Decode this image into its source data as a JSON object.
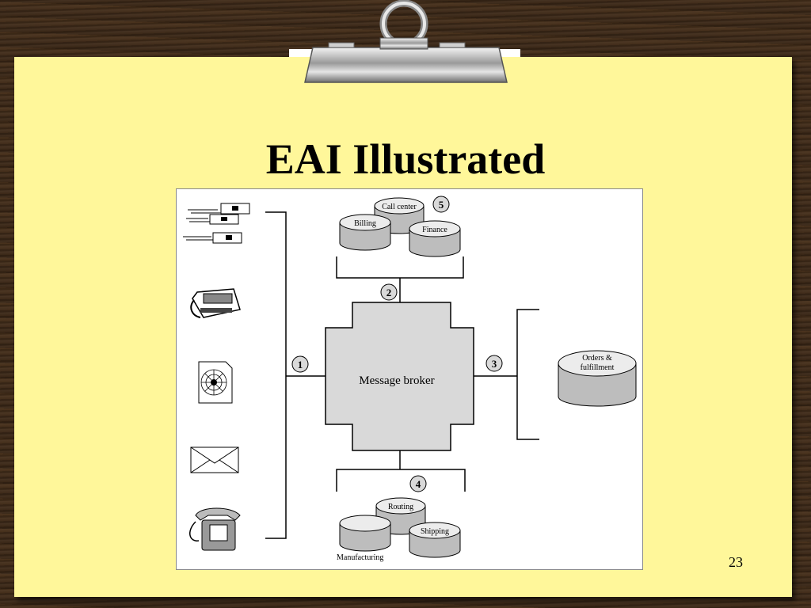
{
  "slide": {
    "title": "EAI Illustrated",
    "page_number": "23"
  },
  "diagram": {
    "center_label": "Message broker",
    "step_numbers": [
      "1",
      "2",
      "3",
      "4",
      "5"
    ],
    "top_systems": [
      "Call center",
      "Billing",
      "Finance"
    ],
    "right_system": [
      "Orders &",
      "fulfillment"
    ],
    "bottom_systems": [
      "Routing",
      "Shipping",
      "Manufacturing"
    ],
    "left_channels": [
      "wireless-devices-icon",
      "fax-machine-icon",
      "web-page-icon",
      "envelope-icon",
      "telephone-icon"
    ]
  },
  "colors": {
    "paper": "#fff79a",
    "database_fill": "#bdbdbd",
    "broker_fill": "#d9d9d9"
  }
}
